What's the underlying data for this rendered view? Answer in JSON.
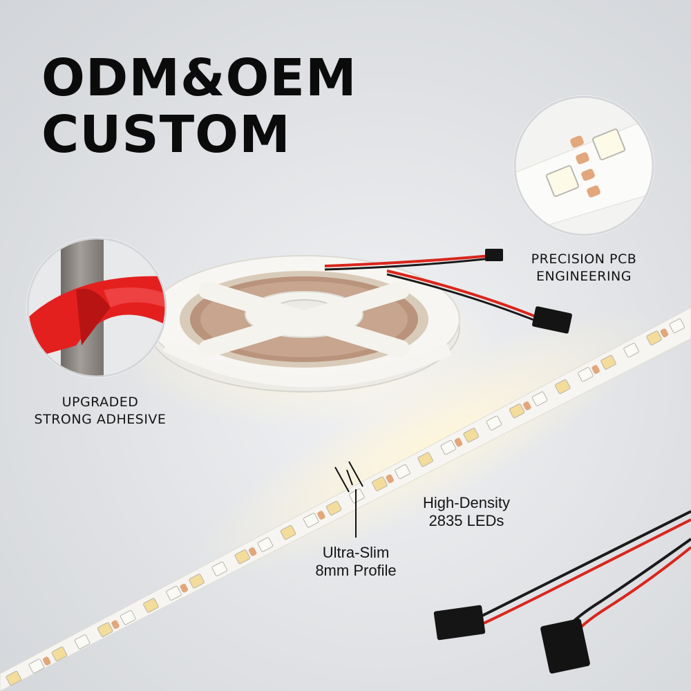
{
  "headline": {
    "line1": "ODM&OEM",
    "line2": "CUSTOM"
  },
  "callouts": {
    "adhesive": {
      "line1": "UPGRADED",
      "line2": "STRONG ADHESIVE"
    },
    "pcb": {
      "line1": "PRECISION PCB",
      "line2": "ENGINEERING"
    },
    "density": {
      "line1": "High-Density",
      "line2": "2835 LEDs"
    },
    "profile": {
      "line1": "Ultra-Slim",
      "line2": "8mm Profile"
    }
  },
  "colors": {
    "text": "#0b0b0b",
    "strip": "#f6f5f1",
    "led_warm": "#f4dc9a",
    "led_cool": "#fbfbf6",
    "copper": "#e2a77b",
    "wire_red": "#d9261c",
    "wire_black": "#1a1a1a",
    "tape_red": "#e4201f",
    "steel": "#8f8a86"
  },
  "icons": {
    "adhesive_detail": "adhesive-closeup-icon",
    "pcb_detail": "pcb-closeup-icon",
    "connector": "connector-plug-icon",
    "reel": "reel-icon"
  }
}
